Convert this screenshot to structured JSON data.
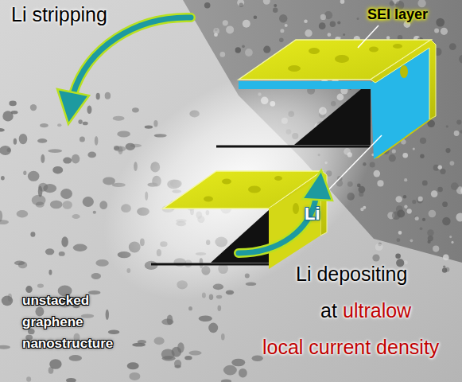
{
  "diagram": {
    "labels": [
      "Li stripping",
      "SEI layer",
      "Li",
      "unstacked graphene nanostructure",
      "Li depositing",
      "at",
      "ultralow",
      "local current density"
    ]
  }
}
